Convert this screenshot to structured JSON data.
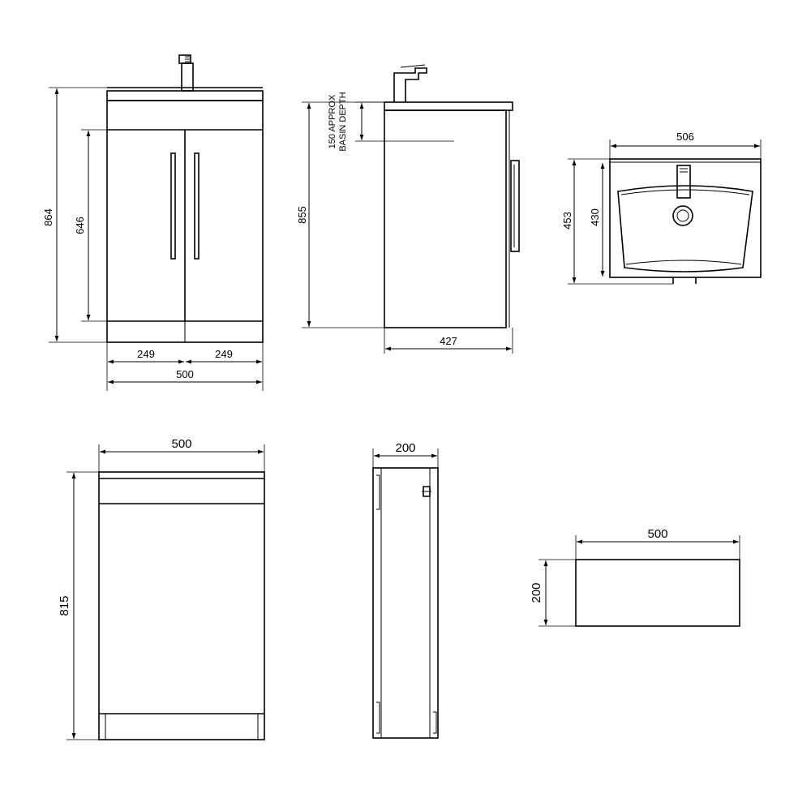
{
  "top_row": {
    "front_view": {
      "height_overall": "864",
      "height_doors": "646",
      "door_width_left": "249",
      "door_width_right": "249",
      "width_overall": "500"
    },
    "side_view": {
      "note_line1": "150 APPROX",
      "note_line2": "BASIN DEPTH",
      "height": "855",
      "depth": "427"
    },
    "basin_plan": {
      "width": "506",
      "depth_outer": "453",
      "depth_inner": "430"
    }
  },
  "bottom_row": {
    "unit_front": {
      "width": "500",
      "height": "815"
    },
    "unit_side": {
      "depth": "200"
    },
    "unit_plan": {
      "width": "500",
      "depth": "200"
    }
  }
}
